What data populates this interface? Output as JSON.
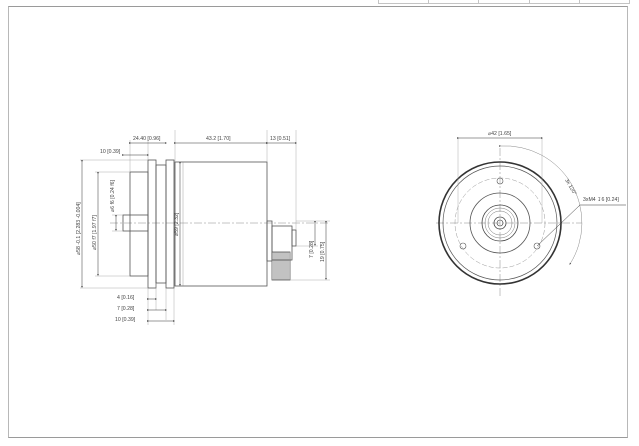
{
  "drawing": {
    "type": "rotary encoder dimension drawing",
    "side_view": {
      "dims_top": [
        {
          "id": "flange_to_body",
          "label": "24.40 [0.96]"
        },
        {
          "id": "body_length",
          "label": "43.2 [1.70]"
        },
        {
          "id": "connector_length",
          "label": "13 [0.51]"
        },
        {
          "id": "shaft_length",
          "label": "10 [0.39]"
        }
      ],
      "dims_left": [
        {
          "id": "flange_diameter",
          "label": "⌀58 -0.1 [2.283 -0.004]"
        },
        {
          "id": "pilot_diameter",
          "label": "⌀50 f7 [1.97 f7]"
        },
        {
          "id": "shaft_diameter",
          "label": "⌀6 f6 [0.24 f6]"
        }
      ],
      "dims_body": [
        {
          "id": "body_diameter",
          "label": "⌀59 [2.32]"
        }
      ],
      "dims_right": [
        {
          "id": "connector_offset",
          "label": "7 [0.28]"
        },
        {
          "id": "connector_height",
          "label": "19 [0.75]"
        }
      ],
      "dims_bottom": [
        {
          "id": "flange_thickness",
          "label": "4 [0.16]"
        },
        {
          "id": "pilot_depth",
          "label": "7 [0.28]"
        },
        {
          "id": "flange_total",
          "label": "10 [0.39]"
        }
      ]
    },
    "front_view": {
      "dims": [
        {
          "id": "bolt_circle",
          "label": "⌀42 [1.65]"
        },
        {
          "id": "hole_angle",
          "label": "3x 120°"
        },
        {
          "id": "threaded_holes",
          "label": "3xM4 ↧6 [0.24]"
        }
      ]
    }
  }
}
